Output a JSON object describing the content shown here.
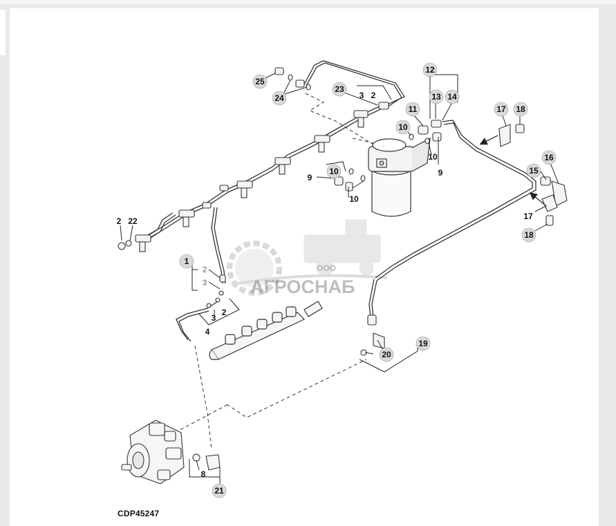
{
  "figure_code": "CDP45247",
  "watermark": {
    "prefix": "ООО",
    "name": "АГРОСНАБ"
  },
  "callouts": [
    {
      "id": "c-25",
      "label": "25"
    },
    {
      "id": "c-24",
      "label": "24"
    },
    {
      "id": "c-23",
      "label": "23"
    },
    {
      "id": "c-3a",
      "label": "3"
    },
    {
      "id": "c-2a",
      "label": "2"
    },
    {
      "id": "c-12",
      "label": "12"
    },
    {
      "id": "c-11",
      "label": "11"
    },
    {
      "id": "c-13",
      "label": "13"
    },
    {
      "id": "c-14",
      "label": "14"
    },
    {
      "id": "c-17a",
      "label": "17"
    },
    {
      "id": "c-18a",
      "label": "18"
    },
    {
      "id": "c-10a",
      "label": "10"
    },
    {
      "id": "c-10b",
      "label": "10"
    },
    {
      "id": "c-9a",
      "label": "9"
    },
    {
      "id": "c-10c",
      "label": "10"
    },
    {
      "id": "c-9b",
      "label": "9"
    },
    {
      "id": "c-10d",
      "label": "10"
    },
    {
      "id": "c-16",
      "label": "16"
    },
    {
      "id": "c-15",
      "label": "15"
    },
    {
      "id": "c-17b",
      "label": "17"
    },
    {
      "id": "c-18b",
      "label": "18"
    },
    {
      "id": "c-2b",
      "label": "2"
    },
    {
      "id": "c-22",
      "label": "22"
    },
    {
      "id": "c-1",
      "label": "1"
    },
    {
      "id": "c-2c",
      "label": "2"
    },
    {
      "id": "c-3b",
      "label": "3"
    },
    {
      "id": "c-2d",
      "label": "2"
    },
    {
      "id": "c-3c",
      "label": "3"
    },
    {
      "id": "c-4",
      "label": "4"
    },
    {
      "id": "c-19",
      "label": "19"
    },
    {
      "id": "c-20",
      "label": "20"
    },
    {
      "id": "c-8",
      "label": "8"
    },
    {
      "id": "c-21",
      "label": "21"
    }
  ]
}
